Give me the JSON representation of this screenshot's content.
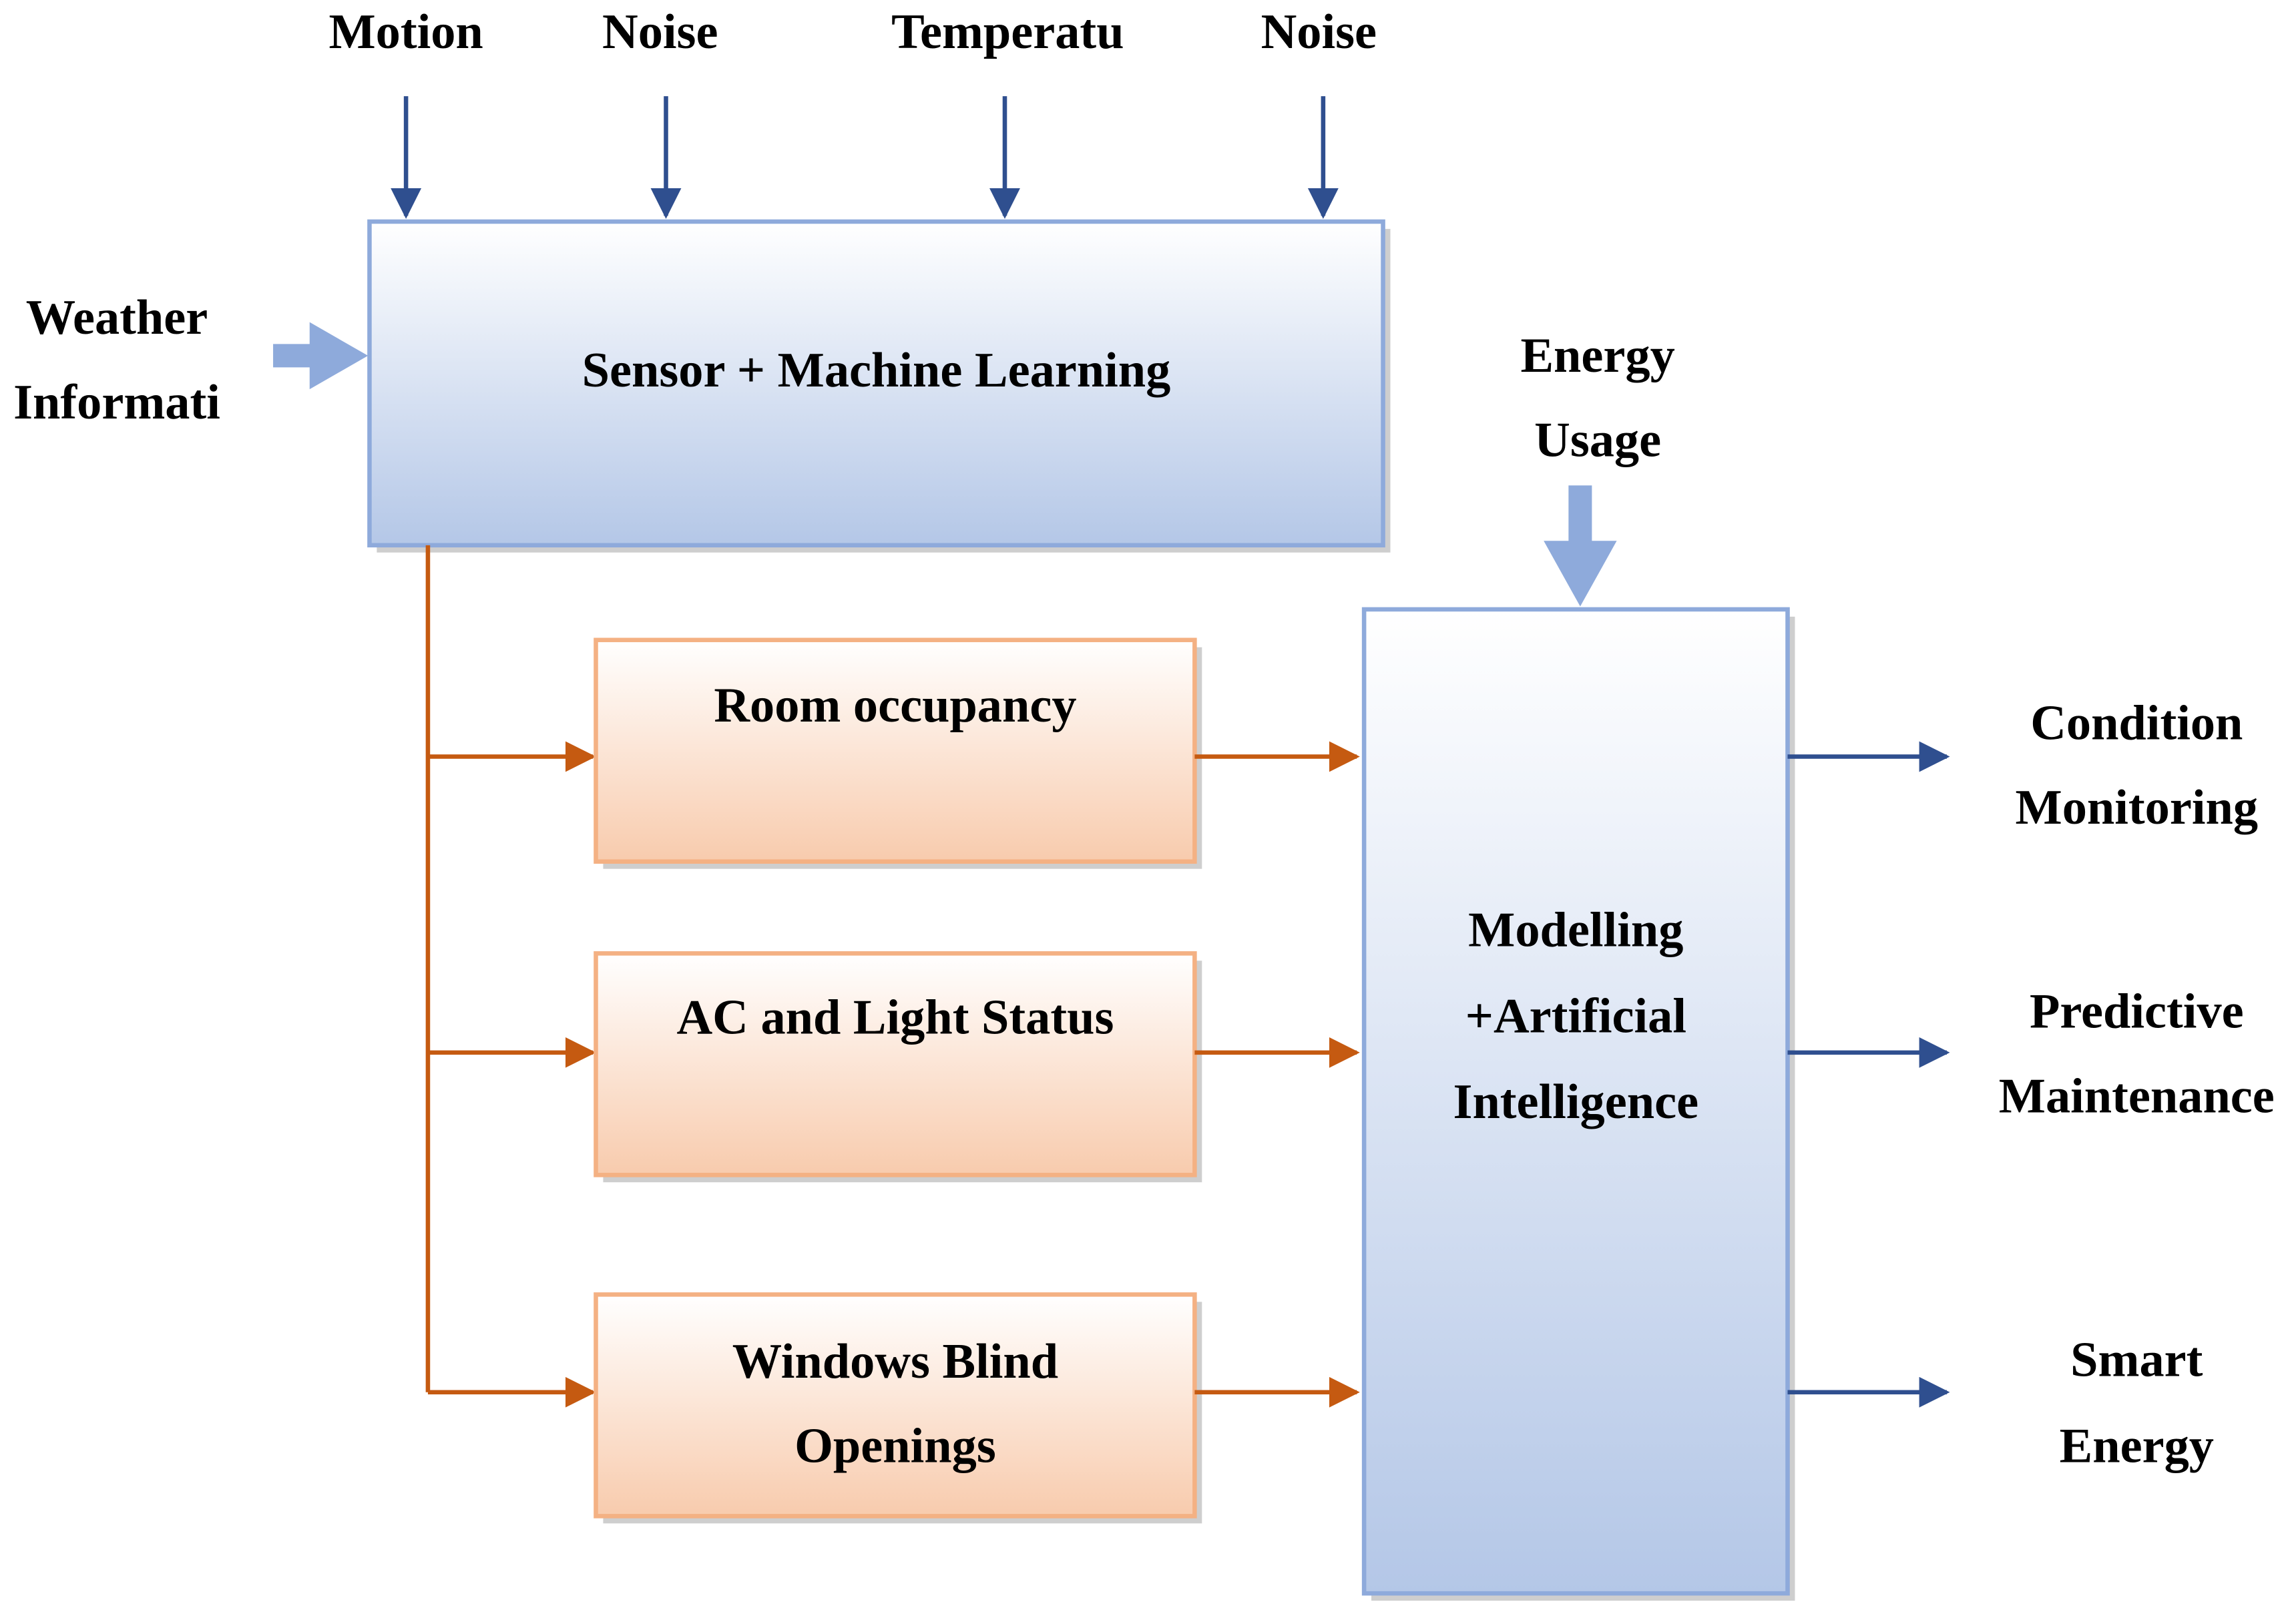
{
  "colors": {
    "blue_arrow": "#2f4f8f",
    "light_blue_arrow": "#8eaadb",
    "orange_line": "#c55a11",
    "blue_box_border": "#8eaadb",
    "orange_box_border": "#f4b183"
  },
  "inputs": {
    "top": [
      "Motion",
      "Noise",
      "Temperatu",
      "Noise"
    ],
    "weather": [
      "Weather",
      "Informati"
    ],
    "energy": [
      "Energy",
      "Usage"
    ]
  },
  "boxes": {
    "sensor_ml": "Sensor + Machine Learning",
    "room_occupancy": "Room occupancy",
    "ac_light": "AC and Light Status",
    "windows_blind": [
      "Windows Blind",
      "Openings"
    ],
    "modelling_ai": [
      "Modelling",
      "+Artificial",
      "Intelligence"
    ]
  },
  "outputs": {
    "condition": [
      "Condition",
      "Monitoring"
    ],
    "predictive": [
      "Predictive",
      "Maintenance"
    ],
    "smart": [
      "Smart",
      "Energy"
    ]
  }
}
